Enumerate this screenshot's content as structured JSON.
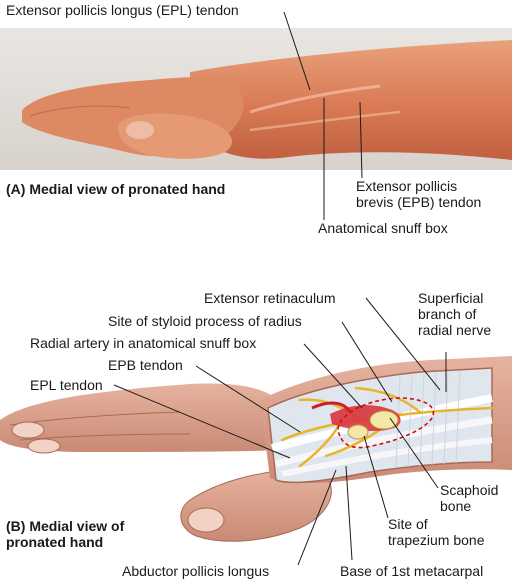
{
  "panel_a": {
    "caption": "(A) Medial view of pronated hand",
    "labels": {
      "epl_tendon": "Extensor pollicis longus (EPL) tendon",
      "epb_tendon": "Extensor pollicis\nbrevis (EPB) tendon",
      "snuff_box": "Anatomical snuff box"
    }
  },
  "panel_b": {
    "caption": "(B) Medial view of\npronated hand",
    "labels": {
      "extensor_retinaculum": "Extensor retinaculum",
      "superficial_branch": "Superficial\nbranch of\nradial nerve",
      "styloid_site": "Site of styloid process of radius",
      "radial_artery": "Radial artery in anatomical snuff box",
      "epb_tendon": "EPB tendon",
      "epl_tendon": "EPL tendon",
      "scaphoid": "Scaphoid\nbone",
      "trapezium": "Site of\ntrapezium bone",
      "abductor": "Abductor pollicis longus",
      "base_metacarpal": "Base of 1st metacarpal"
    }
  },
  "colors": {
    "skin_photo": "#d98a6a",
    "skin_drawing": "#d9a08c",
    "tendon": "#f0f0f2",
    "nerve": "#e8b52a",
    "artery": "#c8202a",
    "outline_dashed": "#d01010"
  }
}
